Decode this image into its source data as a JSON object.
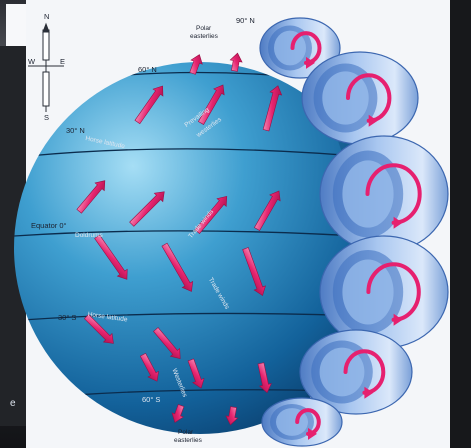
{
  "colors": {
    "frame_dark": "#0e0f12",
    "backdrop_white": "#f7f8fa",
    "globe_light": "#8fd0ef",
    "globe_mid": "#2f8fc4",
    "globe_dark": "#0c4e86",
    "tube_blue": "#6e9ad8",
    "tube_light": "#c7dcf6",
    "arrow_pink": "#e6206f",
    "arrow_light": "#f59ac0",
    "line_dark": "#0b2c4d"
  },
  "compass": {
    "n": "N",
    "s": "S",
    "e": "E",
    "w": "W",
    "icon": "compass-icon"
  },
  "labels": {
    "north_pole": "90° N",
    "polar_easterlies_n_1": "Polar",
    "polar_easterlies_n_2": "easterlies",
    "lat_60n": "60° N",
    "prevailing_westerlies_1": "Prevailing",
    "prevailing_westerlies_2": "westerlies",
    "lat_30n": "30° N",
    "horse_latitude_n": "Horse latitude",
    "equator": "Equator 0°",
    "doldrums": "Doldrums",
    "trade_winds_n": "Trade winds",
    "trade_winds_s": "Trade winds",
    "lat_30s": "30° S",
    "horse_latitude_s": "Horse latitude",
    "lat_60s": "60° S",
    "westerlies_s": "Westerlies",
    "polar_easterlies_s_1": "Polar",
    "polar_easterlies_s_2": "easterlies",
    "side_fragment": "e"
  }
}
